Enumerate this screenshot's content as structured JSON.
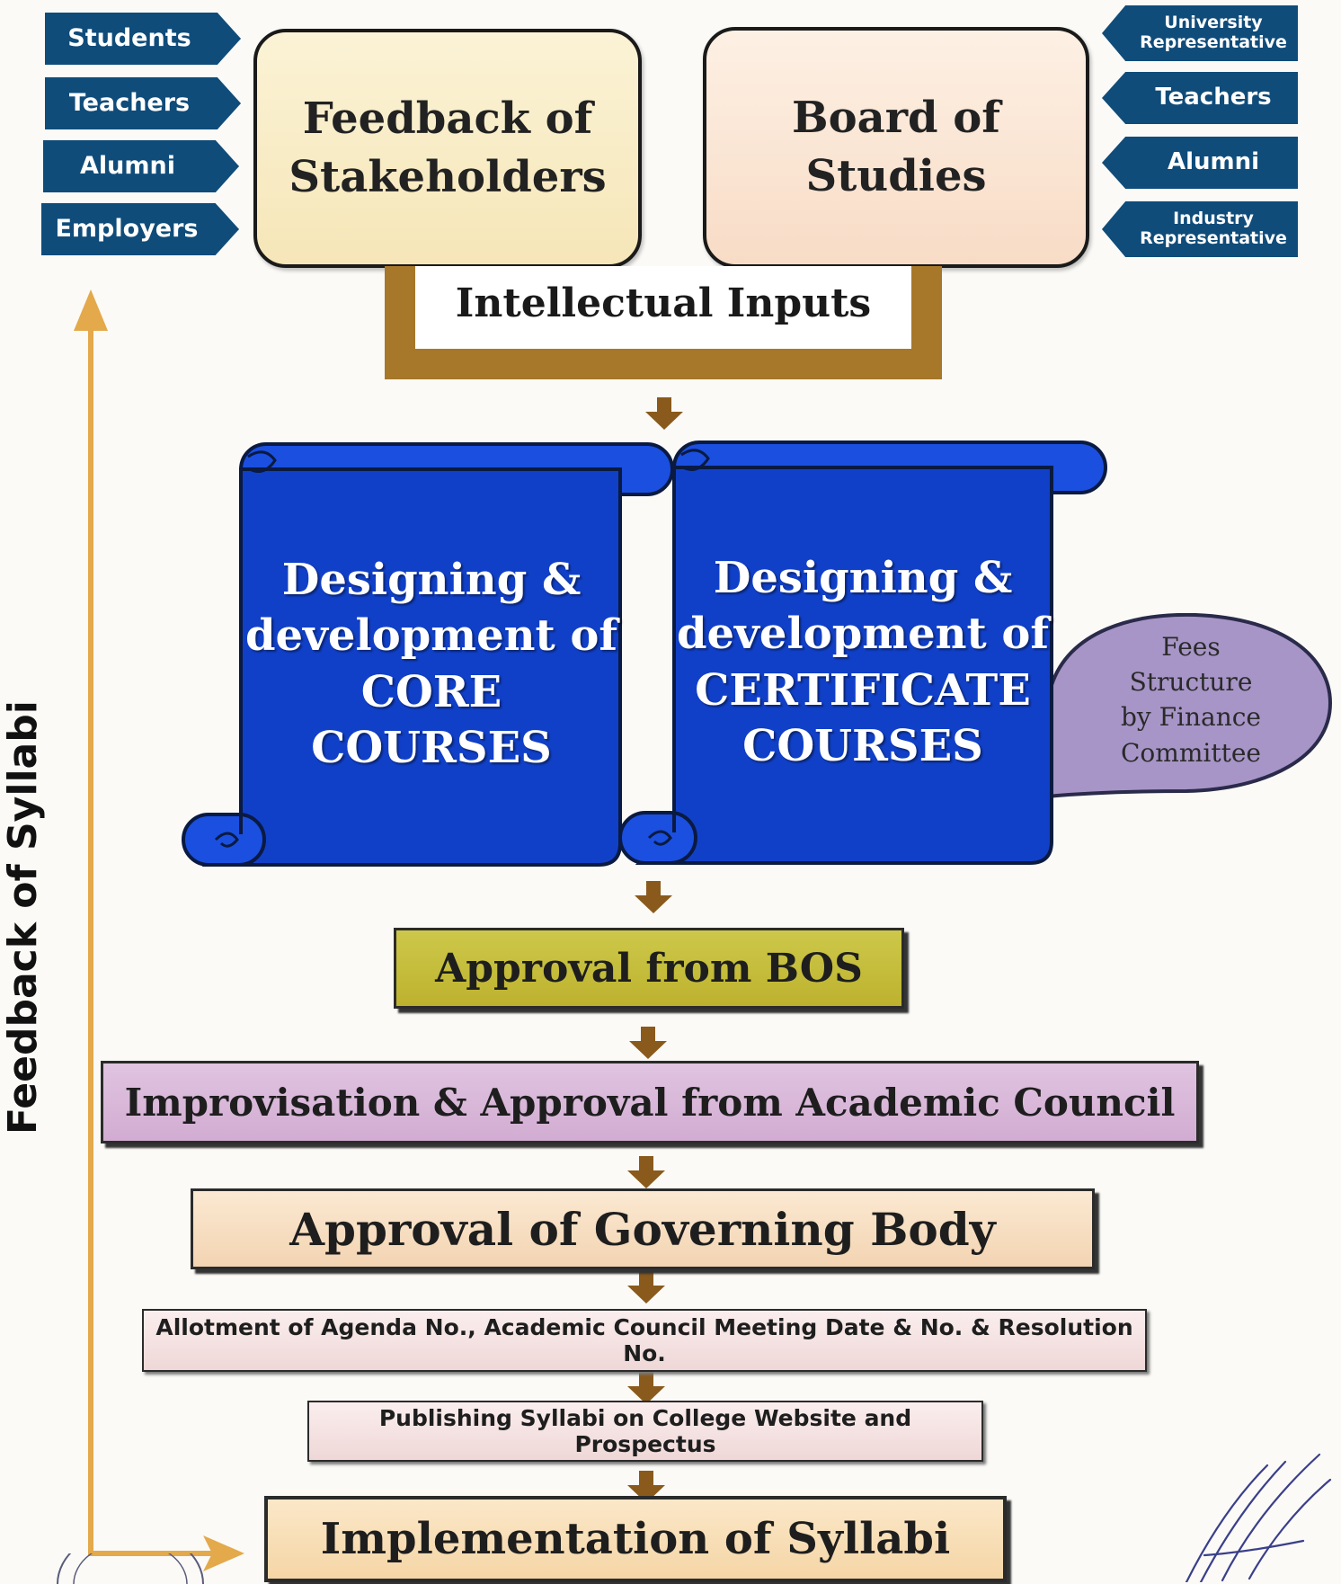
{
  "stakeholders_left": [
    {
      "label": "Students"
    },
    {
      "label": "Teachers"
    },
    {
      "label": "Alumni"
    },
    {
      "label": "Employers"
    }
  ],
  "stakeholders_right": [
    {
      "label": "University Representative"
    },
    {
      "label": "Teachers"
    },
    {
      "label": "Alumni"
    },
    {
      "label": "Industry Representative"
    }
  ],
  "feedback_box": {
    "label": "Feedback of Stakeholders"
  },
  "bos_box": {
    "label": "Board of Studies"
  },
  "intellectual_inputs": {
    "label": "Intellectual Inputs"
  },
  "core_scroll": {
    "line1": "Designing &",
    "line2": "development of",
    "line3": "CORE",
    "line4": "COURSES"
  },
  "certificate_scroll": {
    "line1": "Designing &",
    "line2": "development of",
    "line3": "CERTIFICATE",
    "line4": "COURSES"
  },
  "fees_callout": {
    "line1": "Fees",
    "line2": "Structure",
    "line3": "by Finance",
    "line4": "Committee"
  },
  "steps": [
    {
      "label": "Approval from BOS"
    },
    {
      "label": "Improvisation & Approval from Academic Council"
    },
    {
      "label": "Approval of Governing Body"
    },
    {
      "label": "Allotment of Agenda No., Academic Council Meeting Date & No. & Resolution No."
    },
    {
      "label": "Publishing Syllabi on College Website and  Prospectus"
    },
    {
      "label": "Implementation of Syllabi"
    }
  ],
  "feedback_loop": {
    "label": "Feedback of Syllabi"
  },
  "colors": {
    "tag_blue": "#0f4c7a",
    "scroll_blue": "#1040c8",
    "bracket_brown": "#a7782a",
    "arrow_brown": "#8a5a1c",
    "olive": "#c9c43e",
    "lilac": "#d9b9d9",
    "peach": "#f7dfc0",
    "cream": "#faf2cf",
    "fees_purple": "#a795c7",
    "loop_orange": "#e3a94a"
  }
}
